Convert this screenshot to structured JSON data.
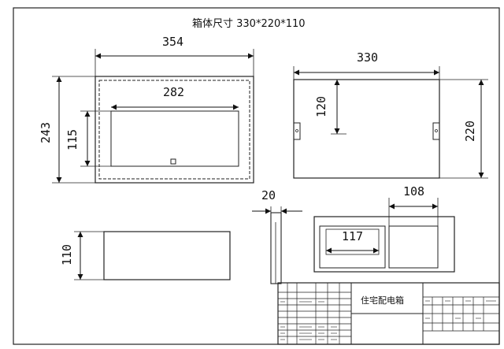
{
  "drawing": {
    "title": "箱体尺寸 330*220*110",
    "front_view": {
      "width_dim": "354",
      "height_dim": "243",
      "inner_width_dim": "282",
      "inner_height_dim": "115"
    },
    "side_view": {
      "width_dim": "330",
      "inner_height_dim": "120",
      "height_dim": "220"
    },
    "bottom_view": {
      "depth_dim": "110"
    },
    "flange_view": {
      "thickness_dim": "20"
    },
    "panel_view": {
      "window_dim": "117",
      "cover_dim": "108"
    },
    "title_block": {
      "product_name": "住宅配电箱"
    }
  }
}
